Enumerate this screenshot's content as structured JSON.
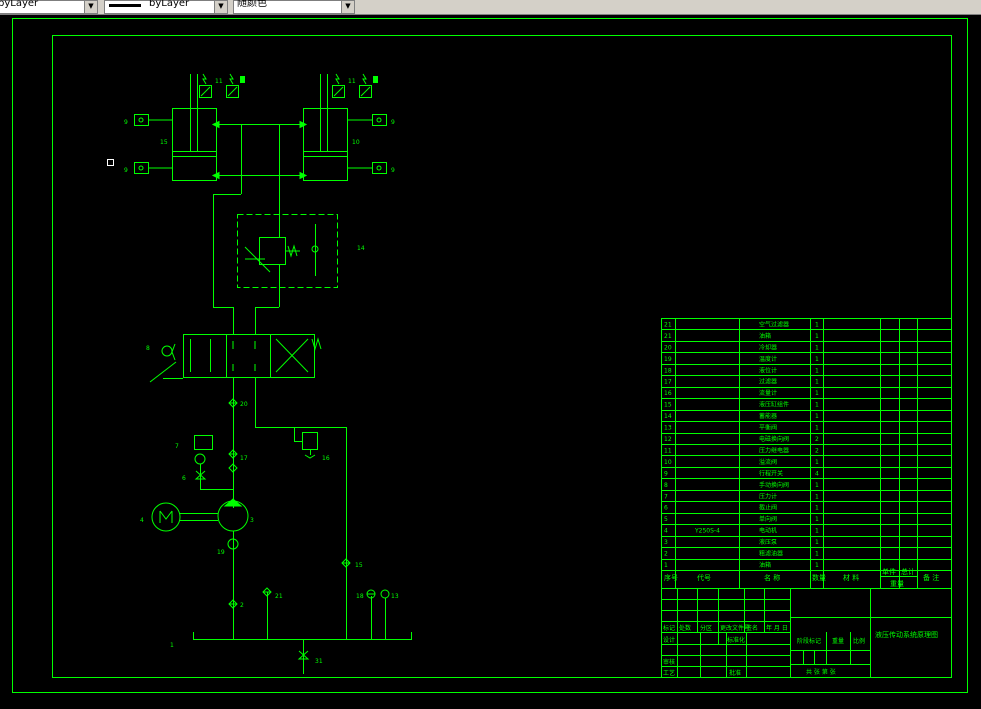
{
  "toolbar": {
    "linetype": "byLayer",
    "lineweight": "byLayer",
    "color": "随颜色",
    "dropdown_icon": "chevron-down-icon"
  },
  "drawing": {
    "colors": {
      "background": "#000000",
      "lines": "#00ff00",
      "text": "#00ff00"
    },
    "labels": {
      "n11a": "11",
      "n11b": "11",
      "n9a": "9",
      "n9b": "9",
      "n9c": "9",
      "n9d": "9",
      "n15": "15",
      "n10": "10",
      "n14": "14",
      "n8": "8",
      "n20": "20",
      "n7": "7",
      "n17": "17",
      "n16": "16",
      "n6": "6",
      "n4": "4",
      "n3": "3",
      "n19": "19",
      "n2": "2",
      "n21": "21",
      "n15b": "15",
      "n18": "18",
      "n13": "13",
      "n1": "1",
      "n31": "31"
    }
  },
  "parts_table": {
    "rows": [
      {
        "no": "21",
        "name": "空气过滤器",
        "qty": "1"
      },
      {
        "no": "21",
        "name": "油箱",
        "qty": "1"
      },
      {
        "no": "20",
        "name": "冷却器",
        "qty": "1"
      },
      {
        "no": "19",
        "name": "温度计",
        "qty": "1"
      },
      {
        "no": "18",
        "name": "液位计",
        "qty": "1"
      },
      {
        "no": "17",
        "name": "过滤器",
        "qty": "1"
      },
      {
        "no": "16",
        "name": "流量计",
        "qty": "1"
      },
      {
        "no": "15",
        "name": "液压缸组件",
        "qty": "1"
      },
      {
        "no": "14",
        "name": "蓄能器",
        "qty": "1"
      },
      {
        "no": "13",
        "name": "平衡阀",
        "qty": "1"
      },
      {
        "no": "12",
        "name": "电磁换向阀",
        "qty": "2"
      },
      {
        "no": "11",
        "name": "压力继电器",
        "qty": "2"
      },
      {
        "no": "10",
        "name": "溢流阀",
        "qty": "1"
      },
      {
        "no": "9",
        "name": "行程开关",
        "qty": "4"
      },
      {
        "no": "8",
        "name": "手动换向阀",
        "qty": "1"
      },
      {
        "no": "7",
        "name": "压力计",
        "qty": "1"
      },
      {
        "no": "6",
        "name": "截止阀",
        "qty": "1"
      },
      {
        "no": "5",
        "name": "单向阀",
        "qty": "1"
      },
      {
        "no": "4",
        "model": "Y250S-4",
        "name": "电动机",
        "qty": "1"
      },
      {
        "no": "3",
        "name": "液压泵",
        "qty": "1"
      },
      {
        "no": "2",
        "name": "粗滤油器",
        "qty": "1"
      },
      {
        "no": "1",
        "name": "油箱",
        "qty": "1"
      }
    ],
    "header": {
      "no": "序号",
      "model": "代号",
      "name": "名 称",
      "qty": "数量",
      "material": "材 料",
      "unit_weight": "单件",
      "total_weight": "总计",
      "weight": "重量",
      "remark": "备 注"
    }
  },
  "title_block": {
    "mark": "标记",
    "count": "处数",
    "zone": "分区",
    "change_doc": "更改文件号",
    "sign": "签名",
    "date": "年 月 日",
    "design": "设计",
    "standardize": "标准化",
    "check": "审核",
    "process": "工艺",
    "approve": "批准",
    "stage_mark": "阶段标记",
    "weight": "重量",
    "scale": "比例",
    "sheets": "共 张 第 张",
    "drawing_title": "液压传动系统原理图"
  }
}
